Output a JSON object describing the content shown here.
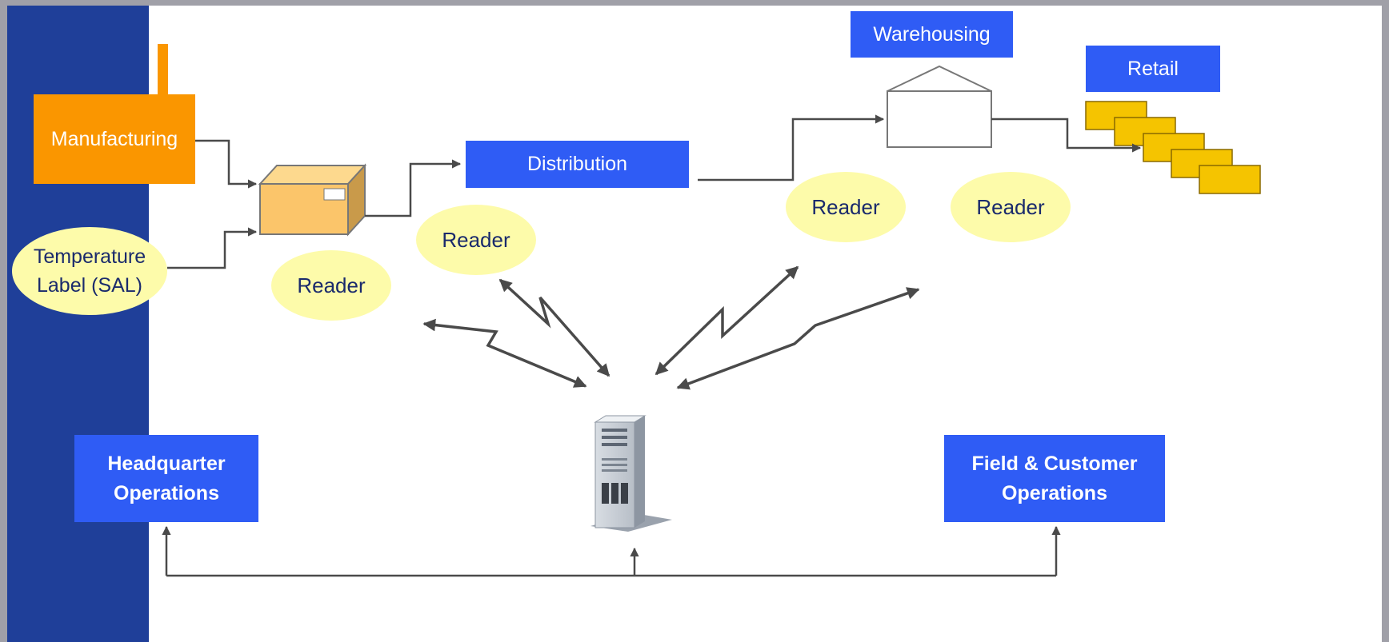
{
  "nodes": {
    "manufacturing": "Manufacturing",
    "temperature_label_line1": "Temperature",
    "temperature_label_line2": "Label (SAL)",
    "distribution": "Distribution",
    "warehousing": "Warehousing",
    "retail": "Retail",
    "readers": [
      "Reader",
      "Reader",
      "Reader",
      "Reader"
    ],
    "headquarter_line1": "Headquarter",
    "headquarter_line2": "Operations",
    "field_line1": "Field & Customer",
    "field_line2": "Operations"
  },
  "colors": {
    "left_bar": "#1f3f99",
    "frame_gray": "#a0a0a8",
    "box_blue": "#2f5cf5",
    "manufacturing_orange": "#fa9600",
    "reader_yellow": "#fdfbaa",
    "package_tan": "#fbc56a",
    "retail_yellow": "#f5c400",
    "arrow_gray": "#444444"
  }
}
